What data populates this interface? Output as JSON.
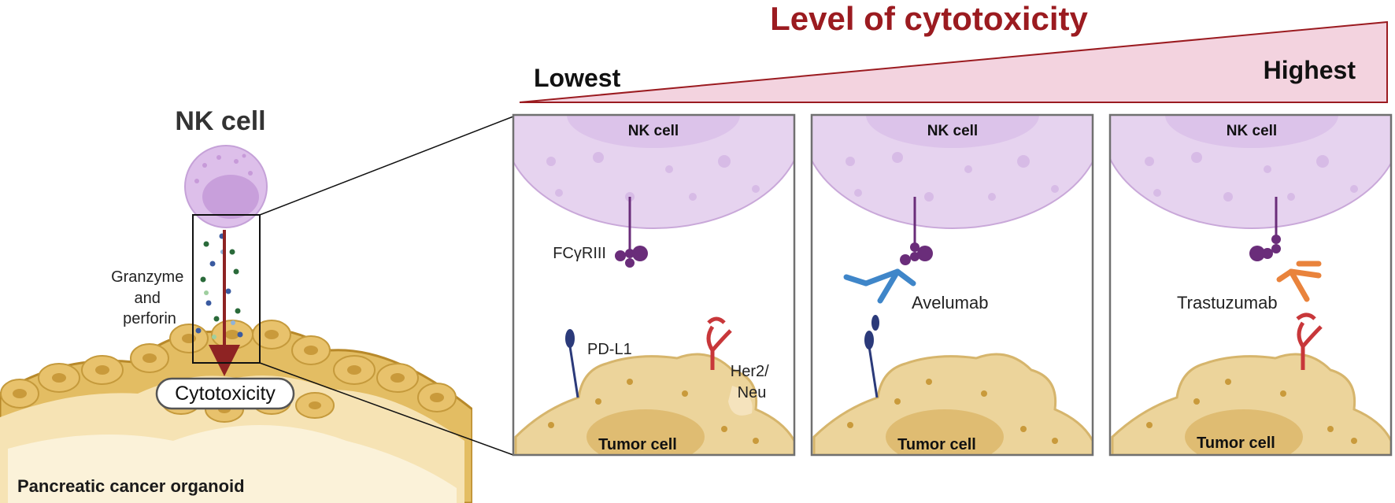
{
  "header": {
    "title": "Level of cytotoxicity",
    "lowest": "Lowest",
    "highest": "Highest"
  },
  "left": {
    "nk_cell_title": "NK cell",
    "granzyme_lines": [
      "Granzyme",
      "and",
      "perforin"
    ],
    "cytotoxicity": "Cytotoxicity",
    "organoid_label": "Pancreatic cancer organoid"
  },
  "panels": [
    {
      "nk_label": "NK cell",
      "tumor_label": "Tumor cell",
      "receptor_label": "FCγRIII",
      "pdl1_label": "PD-L1",
      "her2_lines": [
        "Her2/",
        "Neu"
      ]
    },
    {
      "nk_label": "NK cell",
      "tumor_label": "Tumor cell",
      "antibody_label": "Avelumab"
    },
    {
      "nk_label": "NK cell",
      "tumor_label": "Tumor cell",
      "antibody_label": "Trastuzumab"
    }
  ],
  "colors": {
    "title_red": "#9b1b20",
    "nk_purple": "#e6d3ef",
    "nk_border": "#c9a8d9",
    "receptor_purple": "#6a2d7a",
    "tumor_fill": "#ecd49b",
    "tumor_edge": "#d6b56c",
    "pdl1_blue": "#2b3a7a",
    "avelumab_blue": "#3f86c9",
    "her2_red": "#c8373a",
    "trastuzumab_orange": "#e9833c",
    "panel_border": "#707070",
    "arrow_red": "#8e2323"
  }
}
